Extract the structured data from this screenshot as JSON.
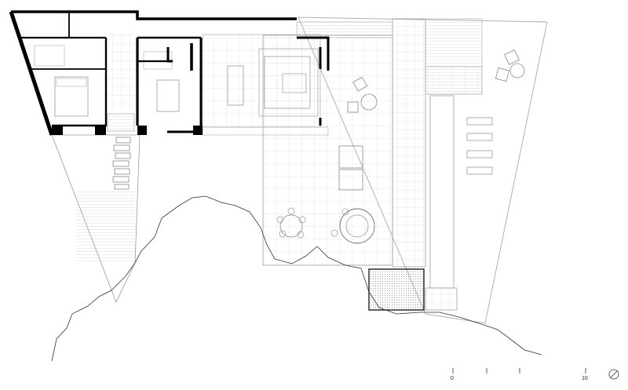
{
  "drawing": {
    "type": "architectural-floor-plan",
    "ink_color": "#000000",
    "line_color": "#9a9a9a",
    "fine_color": "#c4c4c4",
    "background": "#ffffff"
  },
  "scale_bar": {
    "start_label": "0",
    "end_label": "10"
  },
  "north_arrow": {
    "icon": "north-arrow-icon"
  }
}
